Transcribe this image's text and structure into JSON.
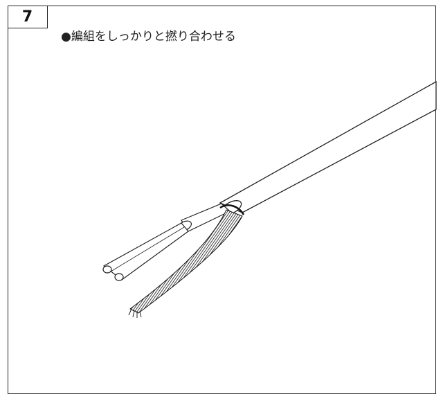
{
  "step": {
    "number": "7"
  },
  "instruction": {
    "text": "●編組をしっかりと撚り合わせる"
  },
  "colors": {
    "line": "#222222",
    "background": "#ffffff",
    "braid": "#2a2a2a"
  },
  "illustration": {
    "icon": "cable-braid-twist-illustration"
  }
}
